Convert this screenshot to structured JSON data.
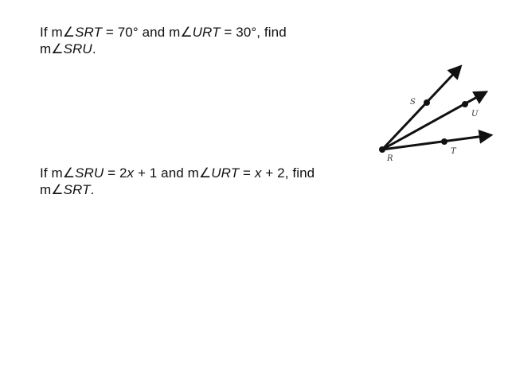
{
  "problems": [
    {
      "line1": {
        "prefix": "If m∠",
        "angle_a": "SRT",
        "mid": " = 70° and m∠",
        "angle_b": "URT",
        "suffix": " = 30°, find"
      },
      "line2": {
        "prefix": "m∠",
        "angle": "SRU",
        "suffix": "."
      }
    },
    {
      "line1": {
        "prefix": "If m∠",
        "angle_a": "SRU",
        "eq1": " = 2",
        "var1": "x",
        "eq2": " + 1 and m∠",
        "angle_b": "URT",
        "eq3": " = ",
        "var2": "x",
        "suffix": " + 2, find"
      },
      "line2": {
        "prefix": "m∠",
        "angle": "SRT",
        "suffix": "."
      }
    }
  ],
  "figure": {
    "labels": {
      "S": "S",
      "U": "U",
      "T": "T",
      "R": "R"
    }
  }
}
